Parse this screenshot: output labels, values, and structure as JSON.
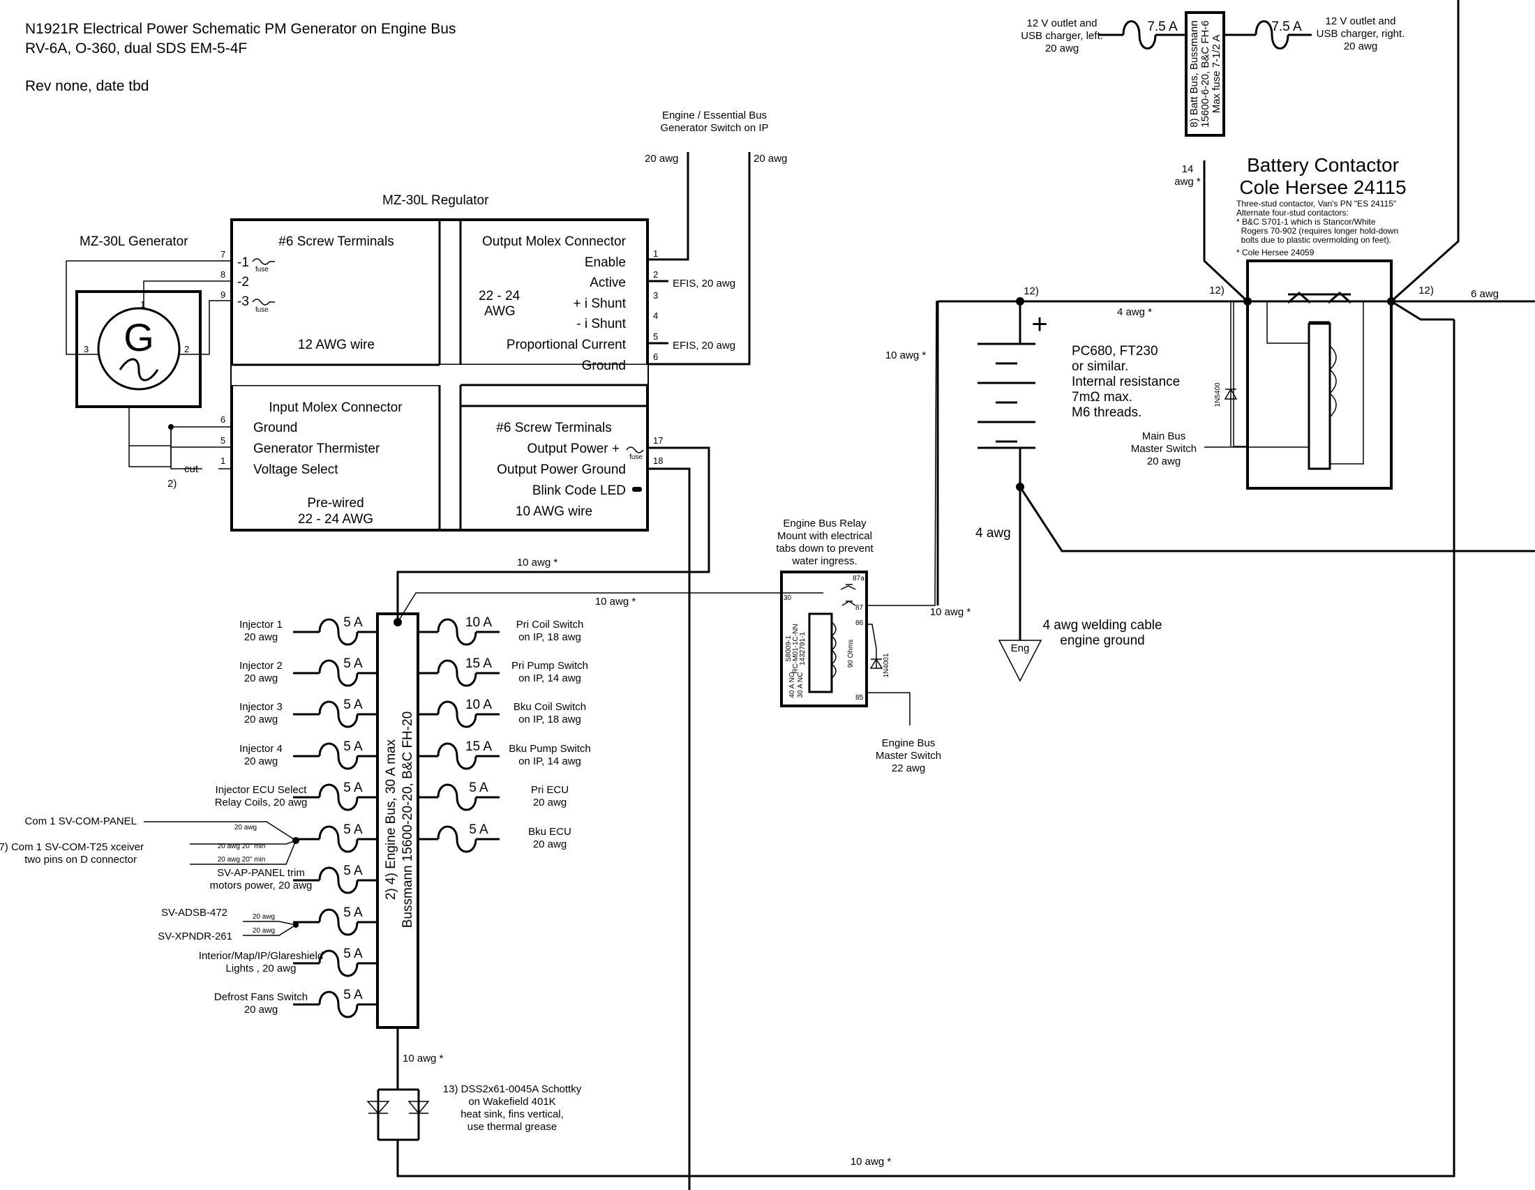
{
  "header": {
    "title": "N1921R Electrical Power Schematic PM Generator on Engine Bus",
    "subtitle": "RV-6A, O-360, dual SDS EM-5-4F",
    "rev": "Rev none, date tbd"
  },
  "generator": {
    "title": "MZ-30L Generator",
    "symbol": "G",
    "pin1": "1",
    "pin2": "2",
    "pin3": "3",
    "cut_label": "cut",
    "note": "2)"
  },
  "regulator": {
    "title": "MZ-30L Regulator",
    "screw_title": "#6 Screw Terminals",
    "screw_t1": "-1",
    "screw_t2": "-2",
    "screw_t3": "-3",
    "fuse": "fuse",
    "screw_wire": "12 AWG wire",
    "output_title": "Output Molex Connector",
    "output_pins": [
      "Enable",
      "Active",
      "+ i Shunt",
      "- i Shunt",
      "Proportional Current",
      "Ground"
    ],
    "output_awg_1": "22 - 24",
    "output_awg_2": "AWG",
    "input_title": "Input Molex Connector",
    "input_pins": [
      "Ground",
      "Generator Thermister",
      "Voltage Select"
    ],
    "prewired_1": "Pre-wired",
    "prewired_2": "22 - 24 AWG",
    "power_title": "#6 Screw Terminals",
    "power_pins": [
      "Output Power +",
      "Output Power Ground",
      "Blink Code LED"
    ],
    "power_wire": "10 AWG wire",
    "pin_numbers": {
      "p7": "7",
      "p8": "8",
      "p9": "9",
      "p6": "6",
      "p5": "5",
      "p1": "1",
      "o1": "1",
      "o2": "2",
      "o3": "3",
      "o4": "4",
      "o5": "5",
      "o6": "6",
      "p17": "17",
      "p18": "18"
    },
    "efis_1": "EFIS, 20 awg",
    "efis_2": "EFIS, 20 awg"
  },
  "gen_switch": {
    "label_1": "Engine / Essential Bus",
    "label_2": "Generator Switch on IP",
    "awg_left": "20 awg",
    "awg_right": "20 awg"
  },
  "engine_bus": {
    "label_1": "2) 4) Engine Bus, 30 A max",
    "label_2": "Bussmann 15600-20-20, B&C FH-20",
    "feed_1": "10 awg *",
    "feed_2": "10 awg *",
    "feed_bottom": "10 awg *",
    "left_fuses": [
      {
        "amp": "5 A",
        "l1": "Injector 1",
        "l2": "20 awg"
      },
      {
        "amp": "5 A",
        "l1": "Injector 2",
        "l2": "20 awg"
      },
      {
        "amp": "5 A",
        "l1": "Injector 3",
        "l2": "20 awg"
      },
      {
        "amp": "5 A",
        "l1": "Injector 4",
        "l2": "20 awg"
      },
      {
        "amp": "5 A",
        "l1": "Injector ECU Select",
        "l2": "Relay Coils, 20 awg"
      },
      {
        "amp": "5 A",
        "l1": "",
        "l2": ""
      },
      {
        "amp": "5 A",
        "l1": "SV-AP-PANEL trim",
        "l2": "motors power, 20 awg"
      },
      {
        "amp": "5 A",
        "l1": "",
        "l2": ""
      },
      {
        "amp": "5 A",
        "l1": "Interior/Map/IP/Glareshield",
        "l2": "Lights , 20 awg"
      },
      {
        "amp": "5 A",
        "l1": "Defrost Fans Switch",
        "l2": "20 awg"
      }
    ],
    "right_fuses": [
      {
        "amp": "10 A",
        "l1": "Pri Coil Switch",
        "l2": "on IP, 18 awg"
      },
      {
        "amp": "15 A",
        "l1": "Pri Pump Switch",
        "l2": "on IP, 14 awg"
      },
      {
        "amp": "10 A",
        "l1": "Bku Coil Switch",
        "l2": "on IP, 18 awg"
      },
      {
        "amp": "15 A",
        "l1": "Bku Pump Switch",
        "l2": "on IP, 14 awg"
      },
      {
        "amp": "5 A",
        "l1": "Pri ECU",
        "l2": "20 awg"
      },
      {
        "amp": "5 A",
        "l1": "Bku ECU",
        "l2": "20 awg"
      }
    ],
    "com1_panel": "Com 1 SV-COM-PANEL",
    "com1_awg": "20 awg",
    "com1_t25_1": "7) Com 1 SV-COM-T25 xceiver",
    "com1_t25_2": "two pins on D connector",
    "com1_t25_awg_a": "20 awg 20\" min",
    "com1_t25_awg_b": "20 awg 20\" min",
    "adsb": "SV-ADSB-472",
    "xpndr": "SV-XPNDR-261",
    "adsb_awg": "20 awg",
    "xpndr_awg": "20 awg"
  },
  "schottky": {
    "l1": "13) DSS2x61-0045A Schottky",
    "l2": "on Wakefield 401K",
    "l3": "heat sink, fins vertical,",
    "l4": "use thermal grease"
  },
  "relay": {
    "l1": "Engine Bus Relay",
    "l2": "Mount with electrical",
    "l3": "tabs down to prevent",
    "l4": "water ingress.",
    "pin30": "30",
    "pin87a": "87a",
    "pin87": "87",
    "pin86": "86",
    "pin85": "85",
    "part_1": "S8009-1",
    "part_2": "RC-M01-1C-NN",
    "part_3": "1432791-1",
    "rating_1": "40 A NO",
    "rating_2": "30 A NC",
    "ohms": "90 Ohms",
    "diode": "1N4001",
    "out_awg": "10 awg *",
    "sw_1": "Engine Bus",
    "sw_2": "Master Switch",
    "sw_3": "22 awg"
  },
  "battery": {
    "l1": "PC680, FT230",
    "l2": "or similar.",
    "l3": "Internal resistance",
    "l4": "7mΩ max.",
    "l5": "M6 threads.",
    "plus": "+",
    "wire_left": "10 awg *",
    "top_note": "12)",
    "top_awg": "4 awg *",
    "gnd_awg": "4 awg",
    "gnd_l1": "4 awg welding cable",
    "gnd_l2": "engine ground",
    "gnd_sym": "Eng"
  },
  "contactor": {
    "t1": "Battery Contactor",
    "t2": "Cole Hersee 24115",
    "notes": [
      "Three-stud contactor, Van's PN \"ES 24115\"",
      "Alternate four-stud contactors:",
      "* B&C S701-1 which is Stancor/White",
      "  Rogers 70-902 (requires longer hold-down",
      "  bolts due to plastic overmolding on feet).",
      "* Cole Hersee 24059"
    ],
    "note_left": "12)",
    "note_right": "12)",
    "out_awg": "6 awg",
    "diode": "1N5400",
    "sw_1": "Main Bus",
    "sw_2": "Master Switch",
    "sw_3": "20 awg",
    "feed_1": "14",
    "feed_2": "awg *"
  },
  "batt_bus": {
    "l1": "8) Batt Bus, Bussmann",
    "l2": "15600-6-20, B&C FH-6",
    "l3": "Max fuse 7-1/2 A",
    "left_amp": "7.5 A",
    "right_amp": "7.5 A",
    "left_1": "12 V outlet and",
    "left_2": "USB charger, left.",
    "left_3": "20 awg",
    "right_1": "12 V outlet and",
    "right_2": "USB charger, right.",
    "right_3": "20 awg"
  }
}
